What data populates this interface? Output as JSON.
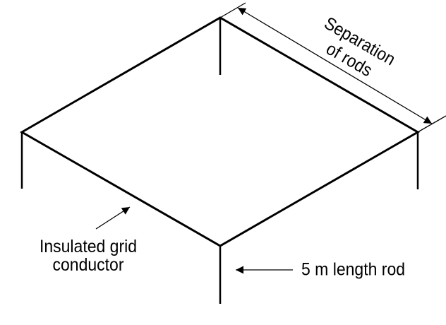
{
  "diagram": {
    "labels": {
      "separation": {
        "line1": "Separation",
        "line2": "of rods"
      },
      "grid_conductor": {
        "line1": "Insulated grid",
        "line2": "conductor"
      },
      "rod_length": "5 m length rod"
    },
    "colors": {
      "line": "#000000",
      "text": "#000000",
      "background": "#ffffff"
    }
  }
}
